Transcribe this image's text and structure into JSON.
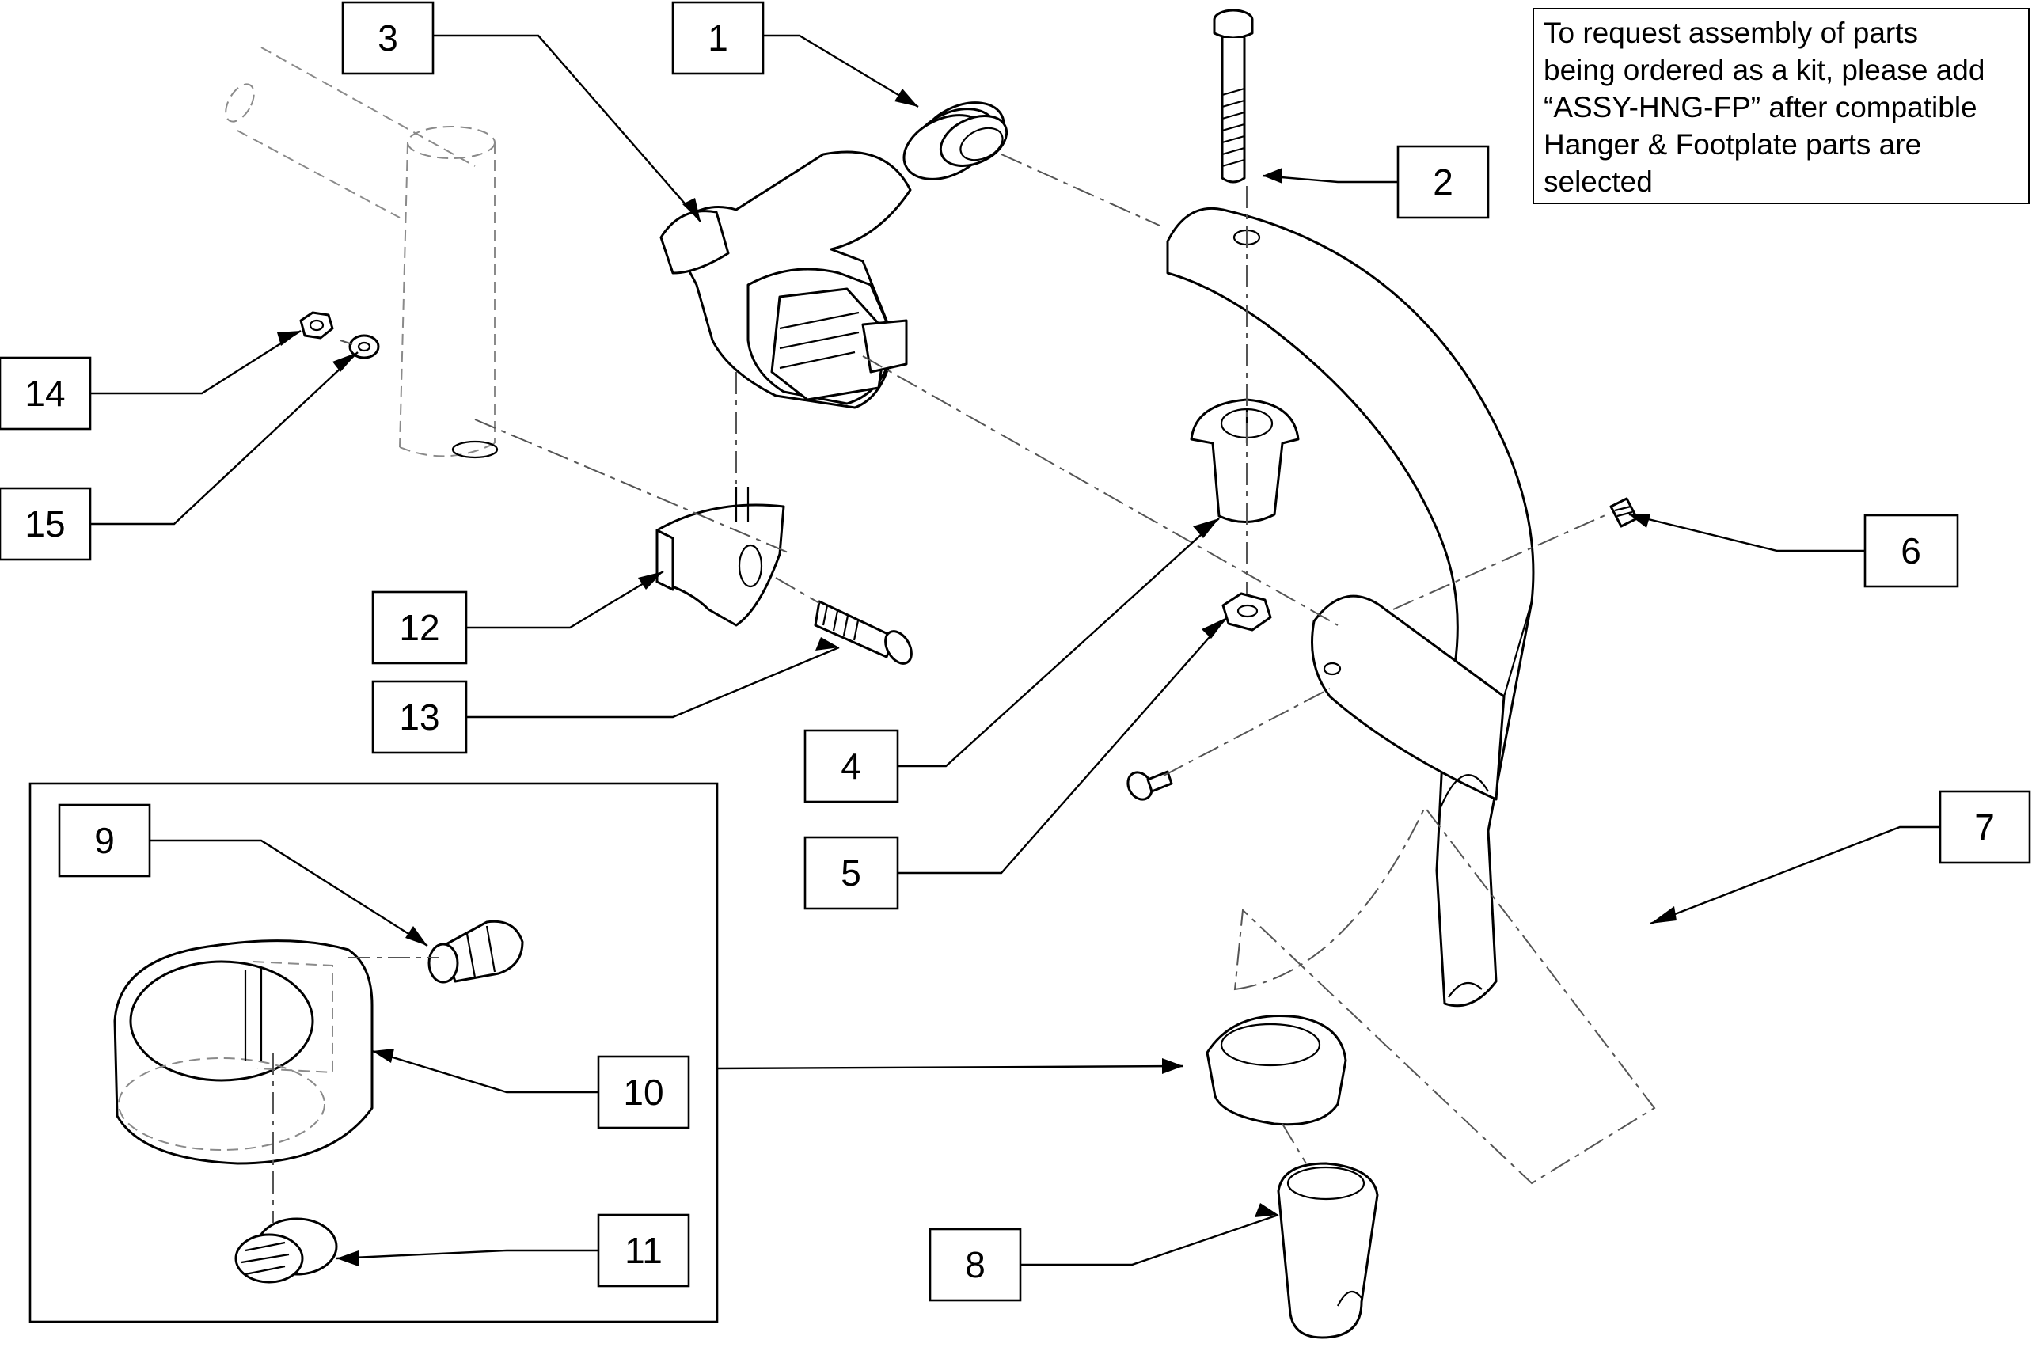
{
  "note": {
    "lines": [
      "To request assembly of parts",
      "being ordered as a kit, please add",
      "“ASSY-HNG-FP” after compatible",
      "Hanger & Footplate parts are",
      "selected"
    ]
  },
  "callouts": {
    "c1": "1",
    "c2": "2",
    "c3": "3",
    "c4": "4",
    "c5": "5",
    "c6": "6",
    "c7": "7",
    "c8": "8",
    "c9": "9",
    "c10": "10",
    "c11": "11",
    "c12": "12",
    "c13": "13",
    "c14": "14",
    "c15": "15"
  },
  "colors": {
    "line": "#000000",
    "background": "#ffffff",
    "hidden": "#8a8a8a"
  }
}
